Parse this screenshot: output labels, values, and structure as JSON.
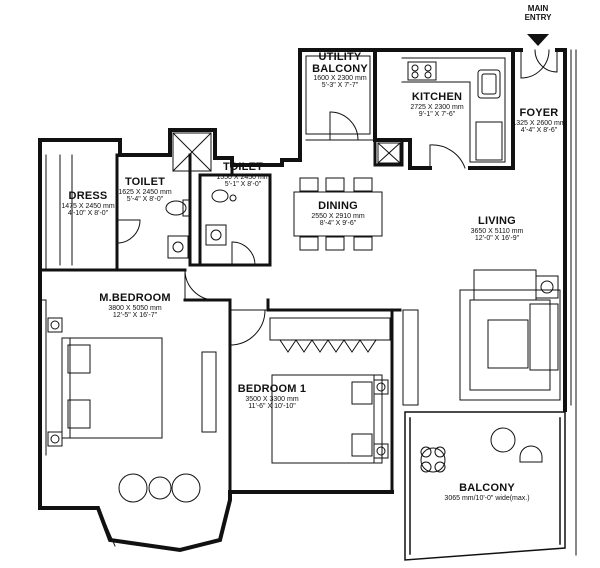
{
  "entry": {
    "line1": "MAIN",
    "line2": "ENTRY"
  },
  "rooms": {
    "utility": {
      "name1": "UTILITY",
      "name2": "BALCONY",
      "dim_mm": "1600 X 2300 mm",
      "dim_ft": "5'-3\" X 7'-7\""
    },
    "kitchen": {
      "name": "KITCHEN",
      "dim_mm": "2725 X 2300 mm",
      "dim_ft": "9'-1\" X 7'-6\""
    },
    "foyer": {
      "name": "FOYER",
      "dim_mm": "1325 X 2600 mm",
      "dim_ft": "4'-4\" X 8'-6\""
    },
    "toilet1": {
      "name": "TOILET",
      "dim_mm": "1625 X 2450 mm",
      "dim_ft": "5'-4\" X 8'-0\""
    },
    "toilet2": {
      "name": "TOILET",
      "dim_mm": "1550 X 2450 mm",
      "dim_ft": "5'-1\" X 8'-0\""
    },
    "dress": {
      "name": "DRESS",
      "dim_mm": "1475 X 2450 mm",
      "dim_ft": "4'-10\" X 8'-0\""
    },
    "dining": {
      "name": "DINING",
      "dim_mm": "2550 X 2910 mm",
      "dim_ft": "8'-4\" X 9'-6\""
    },
    "living": {
      "name": "LIVING",
      "dim_mm": "3650 X 5110 mm",
      "dim_ft": "12'-0\" X 16'-9\""
    },
    "master": {
      "name": "M.BEDROOM",
      "dim_mm": "3800 X 5050 mm",
      "dim_ft": "12'-5\" X 16'-7\""
    },
    "bedroom1": {
      "name": "BEDROOM 1",
      "dim_mm": "3500 X 3300 mm",
      "dim_ft": "11'-6\" X 10'-10\""
    },
    "balcony": {
      "name": "BALCONY",
      "dim": "3065 mm/10'-0\" wide(max.)"
    }
  }
}
